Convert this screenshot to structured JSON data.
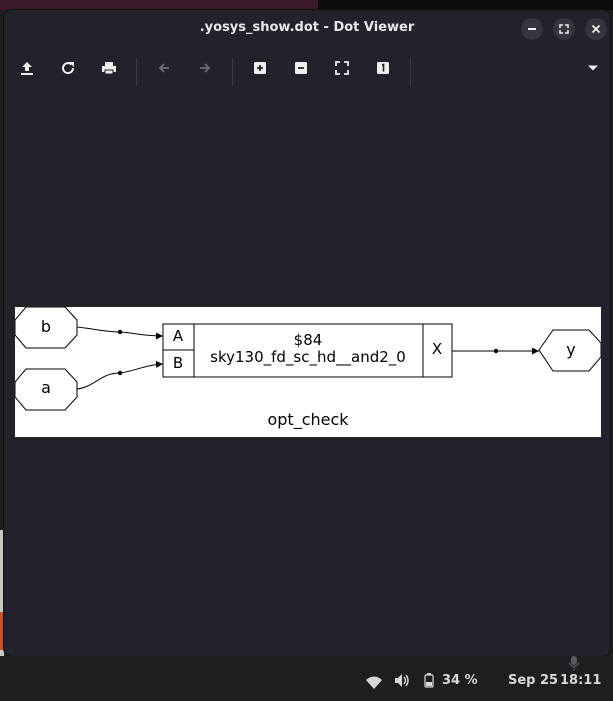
{
  "window": {
    "title": ".yosys_show.dot - Dot Viewer"
  },
  "window_controls": {
    "minimize": "minimize-icon",
    "maximize": "maximize-icon",
    "close": "close-icon"
  },
  "toolbar": {
    "icons": [
      "open-icon",
      "reload-icon",
      "print-icon",
      "back-icon",
      "forward-icon",
      "zoom-in-icon",
      "zoom-out-icon",
      "zoom-fit-icon",
      "zoom-100-icon",
      "menu-dropdown-icon"
    ]
  },
  "graph": {
    "input_b": "b",
    "input_a": "a",
    "cell_id": "$84",
    "cell_type": "sky130_fd_sc_hd__and2_0",
    "port_a": "A",
    "port_b": "B",
    "port_x": "X",
    "output_y": "y",
    "module_name": "opt_check"
  },
  "taskbar": {
    "battery": "34 %",
    "date": "Sep 25",
    "time": "18:11"
  },
  "colors": {
    "window_bg": "#23222a",
    "canvas_bg": "#ffffff",
    "text": "#e8e8ec"
  }
}
